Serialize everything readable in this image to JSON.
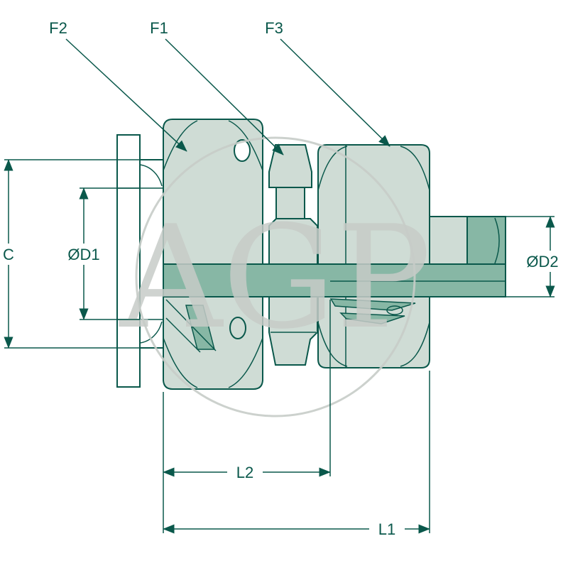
{
  "watermark": "AGP",
  "labels": {
    "f2": "F2",
    "f1": "F1",
    "f3": "F3",
    "c": "C",
    "d1": "ØD1",
    "d2": "ØD2",
    "l2": "L2",
    "l1": "L1"
  },
  "colors": {
    "line": "#0a584b",
    "fill_light": "#cfdcd5",
    "fill_dark": "#87b7a5",
    "watermark": "#c7ccc8"
  }
}
